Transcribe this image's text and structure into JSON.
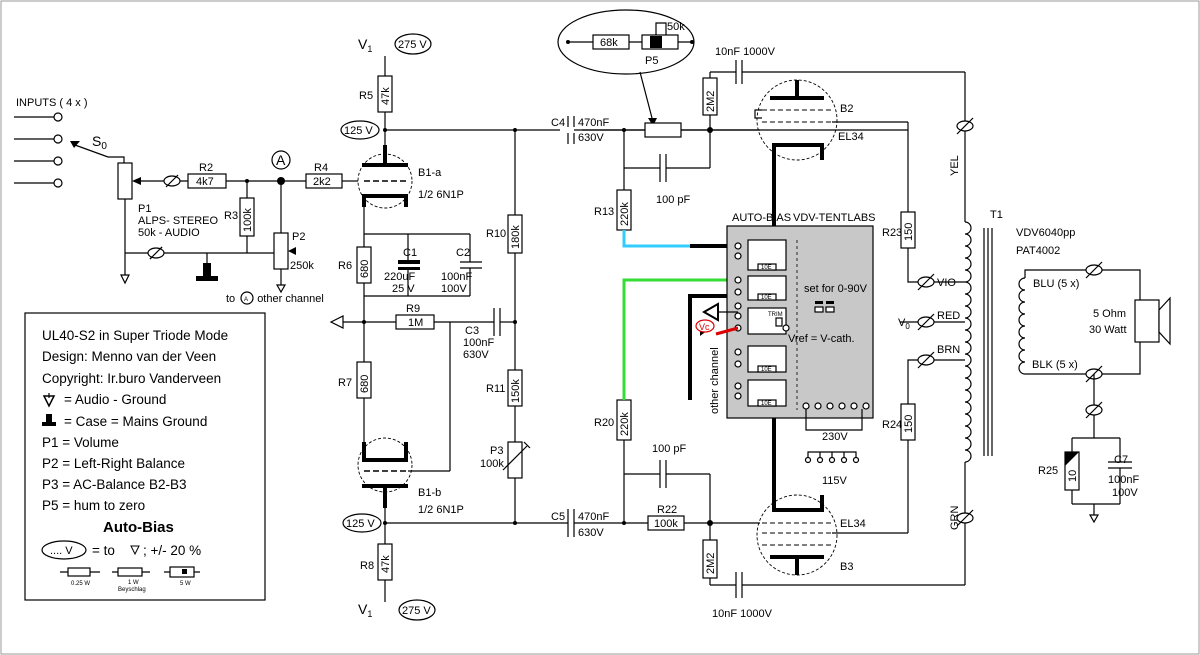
{
  "supply": {
    "v1_top_label": "V",
    "v1_top_sub": "1",
    "v1_top_value": "275 V",
    "v1_bot_label": "V",
    "v1_bot_sub": "1",
    "v1_bot_value": "275 V",
    "node_top": "125 V",
    "node_bot": "125 V"
  },
  "inputs": {
    "label": "INPUTS  ( 4 x )",
    "switch": "S",
    "switch_sub": "0"
  },
  "components": {
    "P1_name": "P1",
    "P1_desc1": "ALPS- STEREO",
    "P1_desc2": "50k - AUDIO",
    "R2_name": "R2",
    "R2_value": "4k7",
    "R3_name": "R3",
    "R3_value": "100k",
    "P2_name": "P2",
    "P2_value": "250k",
    "A_marker": "A",
    "to_other_prefix": "to",
    "to_other_suffix": "other channel",
    "R4_name": "R4",
    "R4_value": "2k2",
    "R5_name": "R5",
    "R5_value": "47k",
    "B1a_name": "B1-a",
    "B1a_type": "1/2  6N1P",
    "B1b_name": "B1-b",
    "B1b_type": "1/2  6N1P",
    "R6_name": "R6",
    "R6_value": "680",
    "C1_name": "C1",
    "C1_value1": "220uF",
    "C1_value2": "25 V",
    "C2_name": "C2",
    "C2_value1": "100nF",
    "C2_value2": "100V",
    "R9_name": "R9",
    "R9_value": "1M",
    "C3_name": "C3",
    "C3_value1": "100nF",
    "C3_value2": "630V",
    "R7_name": "R7",
    "R7_value": "680",
    "R8_name": "R8",
    "R8_value": "47k",
    "R10_name": "R10",
    "R10_value": "180k",
    "R11_name": "R11",
    "R11_value": "150k",
    "P3_name": "P3",
    "P3_value": "100k",
    "C4_name": "C4",
    "C4_value1": "470nF",
    "C4_value2": "630V",
    "C5_name": "C5",
    "C5_value1": "470nF",
    "C5_value2": "630V",
    "P5_name": "P5",
    "P5_r1": "68k",
    "P5_r2": "50k",
    "R13_name": "R13",
    "R13_value": "220k",
    "R20_name": "R20",
    "R20_value": "220k",
    "C_pf_top": "100 pF",
    "C_pf_bot": "100 pF",
    "R22_name": "R22",
    "R22_value": "100k",
    "R_2M2_top": "2M2",
    "R_2M2_bot": "2M2",
    "C_10nF_top": "10nF  1000V",
    "C_10nF_bot": "10nF  1000V",
    "B2_name": "B2",
    "B2_type": "EL34",
    "B3_name": "B3",
    "B3_type": "EL34",
    "R23_name": "R23",
    "R23_value": "150",
    "R24_name": "R24",
    "R24_value": "150",
    "V0_label": "V",
    "V0_sub": "0",
    "T1_name": "T1",
    "T1_type1": "VDV6040pp",
    "T1_type2": "PAT4002",
    "wire_YEL": "YEL",
    "wire_VIO": "VIO",
    "wire_RED": "RED",
    "wire_BRN": "BRN",
    "wire_GRN": "GRN",
    "wire_BLU": "BLU (5 x)",
    "wire_BLK": "BLK (5 x)",
    "speaker1": "5 Ohm",
    "speaker2": "30 Watt",
    "R25_name": "R25",
    "R25_value": "10",
    "C7_name": "C7",
    "C7_value1": "100nF",
    "C7_value2": "100V"
  },
  "autobias": {
    "title1": "AUTO-BIAS",
    "title2": "VDV-TENTLABS",
    "set_for": "set for 0-90V",
    "vref": "Vref = V-cath.",
    "other_channel": "other channel",
    "vc_label": "Vc",
    "v230": "230V",
    "v115": "115V",
    "chip": "10E",
    "trim": "TRIM"
  },
  "legend": {
    "l1": "UL40-S2 in Super Triode Mode",
    "l2": "Design: Menno van der Veen",
    "l3": "Copyright: Ir.buro Vanderveen",
    "l4": "= Audio - Ground",
    "l5": "= Case = Mains Ground",
    "l6": "P1  = Volume",
    "l7": "P2  = Left-Right Balance",
    "l8": "P3  = AC-Balance B2-B3",
    "l9": "P5  = hum to zero",
    "heading": "Auto-Bias",
    "oval": ".... V",
    "l10a": "= to",
    "l10b": "; +/- 20 %",
    "w1": "0.25 W",
    "w2": "1 W",
    "w2b": "Beyschlag",
    "w3": "5 W"
  },
  "colors": {
    "cyan_wire": "#33ccff",
    "green_wire": "#33dd33",
    "red_wire": "#dd0000",
    "board_fill": "#c8c8c8"
  }
}
